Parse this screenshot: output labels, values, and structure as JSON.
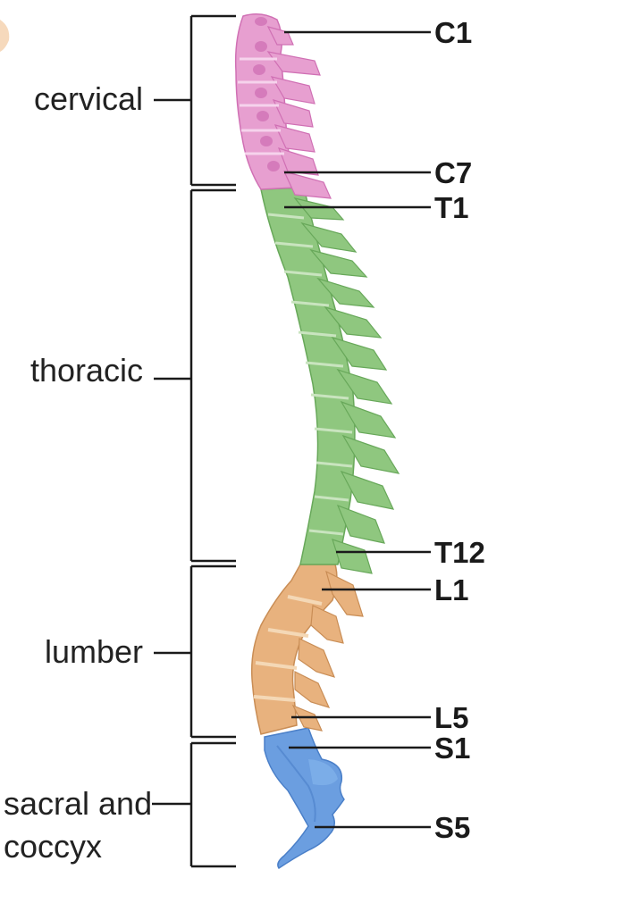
{
  "regions": [
    {
      "key": "cervical",
      "label": "cervical",
      "color": "#e79fd0"
    },
    {
      "key": "thoracic",
      "label": "thoracic",
      "color": "#8fc77f"
    },
    {
      "key": "lumber",
      "label": "lumber",
      "color": "#e8b27e"
    },
    {
      "key": "sacral",
      "label_line1": "sacral and",
      "label_line2": "coccyx",
      "color": "#6b9ee0"
    }
  ],
  "vertebra_labels": {
    "c1": "C1",
    "c7": "C7",
    "t1": "T1",
    "t12": "T12",
    "l1": "L1",
    "l5": "L5",
    "s1": "S1",
    "s5": "S5"
  },
  "colors": {
    "cervical": "#e79fd0",
    "cervical_dark": "#d070b4",
    "thoracic": "#8fc77f",
    "thoracic_dark": "#68a85a",
    "lumbar": "#e8b27e",
    "lumbar_dark": "#c98d55",
    "sacral": "#6b9ee0",
    "sacral_dark": "#4a7fc8",
    "disc": "#d8e8d0",
    "text": "#1a1a1a"
  }
}
